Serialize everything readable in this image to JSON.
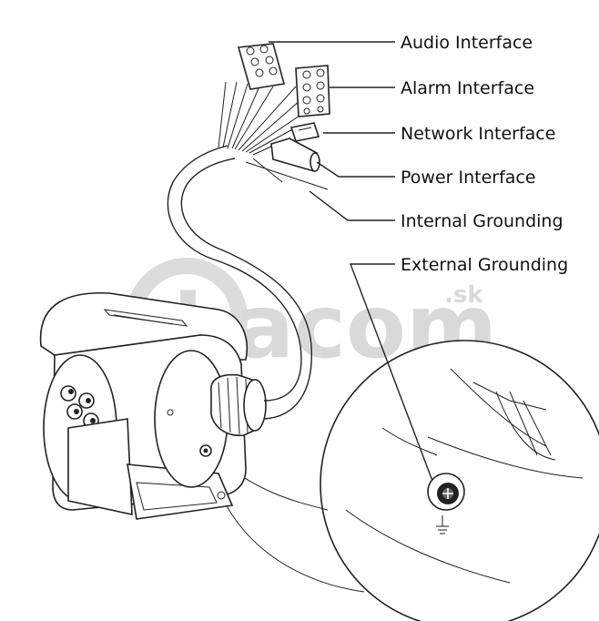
{
  "labels": {
    "audio": "Audio Interface",
    "alarm": "Alarm Interface",
    "network": "Network Interface",
    "power": "Power Interface",
    "internal_grounding": "Internal Grounding",
    "external_grounding": "External Grounding"
  },
  "watermark": {
    "main": "hacom",
    "sub": ".sk"
  },
  "colors": {
    "line": "#222222",
    "watermark": "#d9d9d9"
  },
  "icons": {
    "ground": "ground-symbol-icon"
  }
}
